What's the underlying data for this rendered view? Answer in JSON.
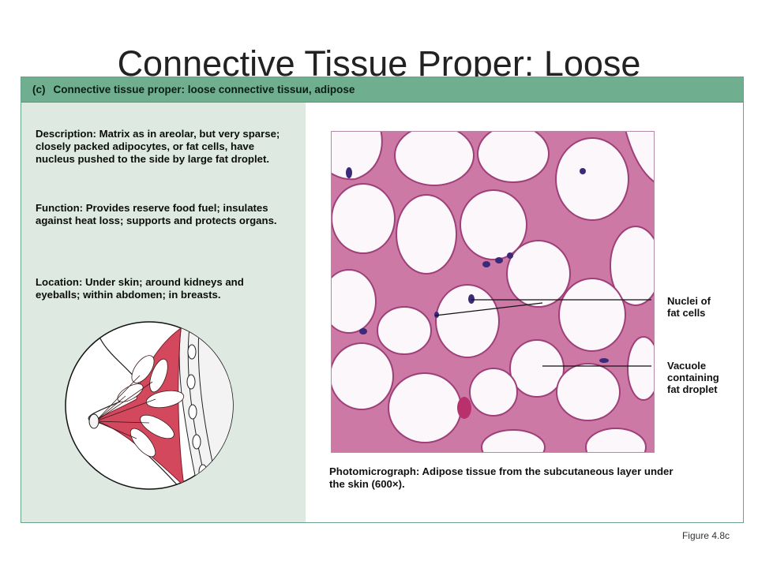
{
  "slide": {
    "title": "Connective Tissue Proper: Loose",
    "figure_ref": "Figure 4.8c"
  },
  "figure": {
    "panel_letter": "(c)",
    "header": "Connective tissue proper: loose connective tissuи, adipose",
    "description": {
      "label": "Description:",
      "text": "Matrix as in areolar, but very sparse; closely packed adipocytes, or fat cells, have nucleus pushed to the side by large fat droplet."
    },
    "function": {
      "label": "Function:",
      "text": "Provides reserve food fuel; insulates against heat loss; supports and protects organs."
    },
    "location": {
      "label": "Location:",
      "text": "Under skin; around kidneys and eyeballs; within abdomen; in breasts."
    },
    "callouts": [
      {
        "line1": "Nuclei of",
        "line2": "fat cells"
      },
      {
        "line1": "Vacuole",
        "line2": "containing",
        "line3": "fat droplet"
      }
    ],
    "caption": {
      "label": "Photomicrograph:",
      "text": "Adipose tissue from the subcutaneous layer under the skin (600×)."
    }
  },
  "colors": {
    "header_bg": "#70ae90",
    "left_panel_bg": "#dde9e1",
    "tissue_pink": "#c9729f",
    "fat_cell": "#fbf7fa",
    "nucleus": "#3b2a7a"
  }
}
